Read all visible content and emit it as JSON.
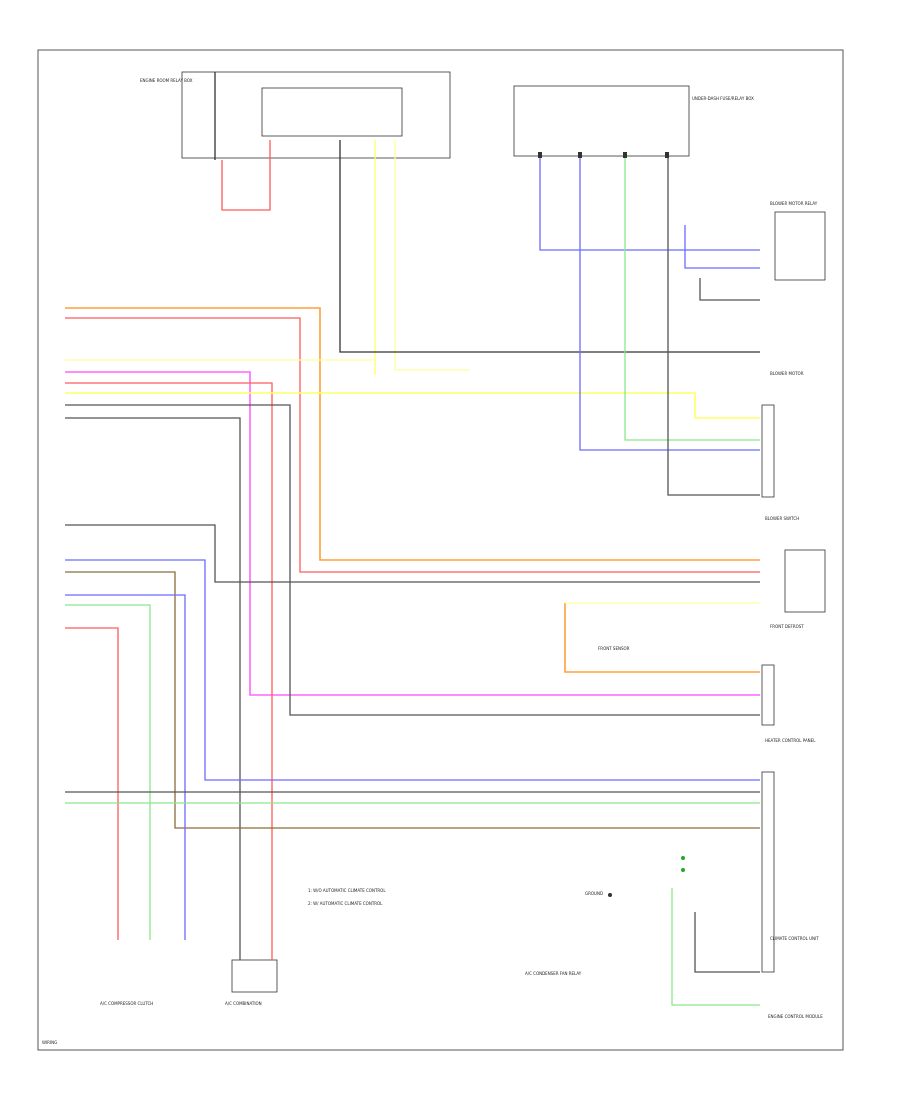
{
  "diagram": {
    "page_code": "WIRING",
    "legend": [
      "1: W/O AUTOMATIC CLIMATE CONTROL",
      "2: W/ AUTOMATIC CLIMATE CONTROL"
    ],
    "components": {
      "relay_box": "ENGINE ROOM RELAY BOX",
      "blower_relay": "BLOWER MOTOR RELAY",
      "blower_fuse_box": "UNDER-DASH FUSE/RELAY BOX",
      "blower_resistor": "BLOWER MOTOR",
      "blower_switch": "BLOWER SWITCH",
      "heater_control": "HEATER CONTROL PANEL",
      "front_defrost": "FRONT DEFROST",
      "front_sensor": "FRONT SENSOR",
      "climate_control": "CLIMATE CONTROL UNIT",
      "ac_compressor": "A/C COMPRESSOR CLUTCH",
      "ac_combination": "A/C COMBINATION",
      "ac_condenser": "A/C CONDENSER FAN RELAY",
      "engine_control": "ENGINE CONTROL MODULE",
      "ground_right": "GROUND"
    },
    "wire_colors": {
      "orange": "#ff9e3d",
      "red": "#ff5b5b",
      "yellow": "#ffff66",
      "pink": "#ff66ff",
      "blue": "#6b6bff",
      "green": "#8ce68c",
      "brown": "#8a6d3b",
      "gray": "#555555",
      "light_yellow": "#ffff99"
    }
  }
}
